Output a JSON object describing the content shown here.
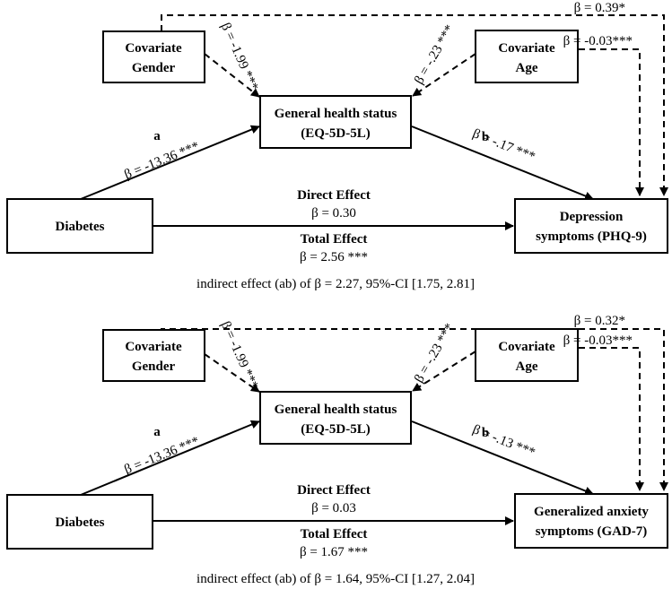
{
  "panels": [
    {
      "covariate_gender": [
        "Covariate",
        "Gender"
      ],
      "covariate_age": [
        "Covariate",
        "Age"
      ],
      "mediator": [
        "General health status",
        "(EQ-5D-5L)"
      ],
      "predictor": "Diabetes",
      "outcome": [
        "Depression",
        "symptoms (PHQ-9)"
      ],
      "path_a_label": "a",
      "path_a_beta": "β = -13.36 ***",
      "path_b_label": "b",
      "path_b_beta": "β = -.17 ***",
      "gender_beta": "β = -1.99 ***",
      "age_beta": "β = -.23 ***",
      "gender_outcome_beta": "β = 0.39*",
      "age_outcome_beta": "β = -0.03***",
      "direct_effect_title": "Direct Effect",
      "direct_effect_beta": "β = 0.30",
      "total_effect_title": "Total Effect",
      "total_effect_beta": "β = 2.56 ***",
      "indirect_effect": "indirect effect (ab) of β = 2.27, 95%-CI [1.75, 2.81]"
    },
    {
      "covariate_gender": [
        "Covariate",
        "Gender"
      ],
      "covariate_age": [
        "Covariate",
        "Age"
      ],
      "mediator": [
        "General health status",
        "(EQ-5D-5L)"
      ],
      "predictor": "Diabetes",
      "outcome": [
        "Generalized anxiety",
        "symptoms (GAD-7)"
      ],
      "path_a_label": "a",
      "path_a_beta": "β = -13.36 ***",
      "path_b_label": "b",
      "path_b_beta": "β = -.13 ***",
      "gender_beta": "β = -1.99 ***",
      "age_beta": "β = -.23 ***",
      "gender_outcome_beta": "β = 0.32*",
      "age_outcome_beta": "β = -0.03***",
      "direct_effect_title": "Direct Effect",
      "direct_effect_beta": "β = 0.03",
      "total_effect_title": "Total Effect",
      "total_effect_beta": "β = 1.67 ***",
      "indirect_effect": "indirect effect (ab) of β = 1.64, 95%-CI [1.27, 2.04]"
    }
  ]
}
